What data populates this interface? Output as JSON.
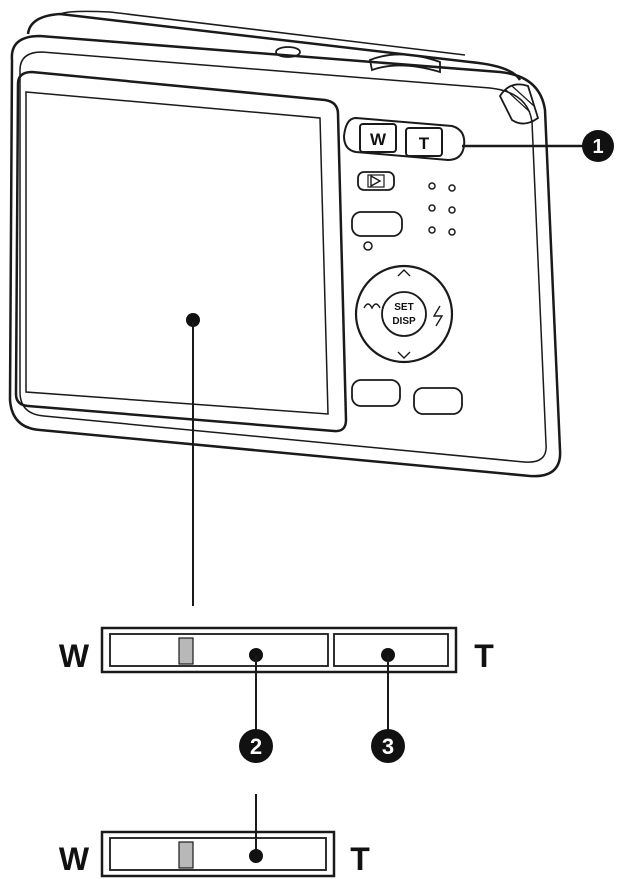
{
  "camera": {
    "zoom_wide_label": "W",
    "zoom_tele_label": "T",
    "set_label": "SET",
    "disp_label": "DISP"
  },
  "callouts": {
    "one": "1",
    "two": "2",
    "three": "3"
  },
  "zoom_bar_full": {
    "wide_label": "W",
    "tele_label": "T"
  },
  "zoom_bar_optical": {
    "wide_label": "W",
    "tele_label": "T"
  },
  "colors": {
    "line": "#1a1a1a",
    "indicator": "#b8b8b8",
    "callout_fill": "#111111",
    "callout_text": "#ffffff"
  }
}
